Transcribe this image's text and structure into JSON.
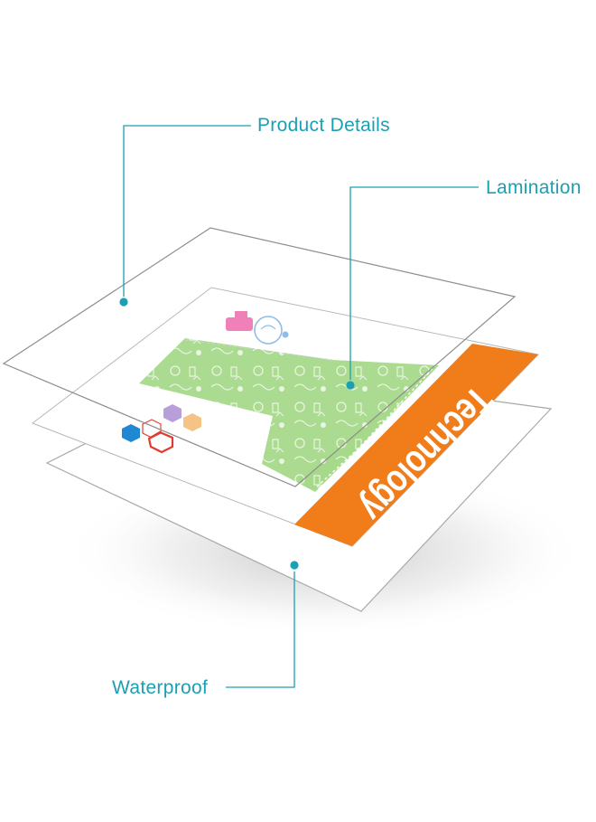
{
  "labels": {
    "product_details": "Product Details",
    "lamination": "Lamination",
    "waterproof": "Waterproof",
    "banner_word": "Technology"
  },
  "colors": {
    "callout": "#1b9fb3",
    "banner": "#f07d1a",
    "green_panel": "#a6d98a",
    "sheet_edge": "#a9a9a9",
    "hex_red": "#e23a2e",
    "hex_blue": "#1e88d2",
    "hex_purple": "#b49ad8",
    "hex_orange": "#f4c07e",
    "bulb_pink": "#f07ab4",
    "bulb_blue": "#88b8e8"
  },
  "icons": [
    "lightbulb-icon",
    "hexagon-cluster-icon",
    "science-doodles-pattern"
  ]
}
